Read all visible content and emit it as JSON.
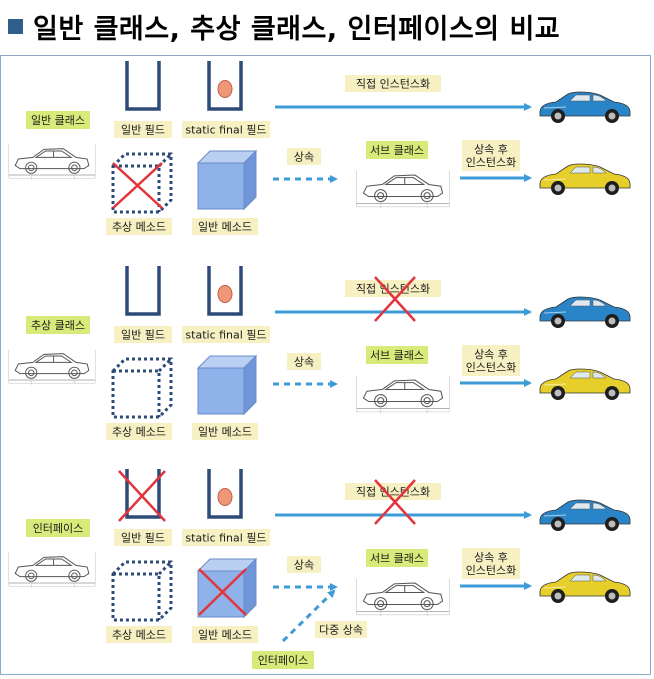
{
  "title": "일반 클래스, 추상 클래스, 인터페이스의 비교",
  "rows": [
    {
      "type_label": "일반 클래스",
      "field_label": "일반 필드",
      "static_label": "static final 필드",
      "abstract_method_label": "추상 메소드",
      "method_label": "일반 메소드",
      "direct_label": "직접 인스턴스화",
      "inherit_label": "상속",
      "sub_label": "서브 클래스",
      "after_label": "상속 후\n인스턴스화",
      "field_crossed": false,
      "abstract_crossed": true,
      "method_crossed": false,
      "direct_crossed": false,
      "multi_inherit_label": "",
      "interface_source_label": ""
    },
    {
      "type_label": "추상 클래스",
      "field_label": "일반 필드",
      "static_label": "static final 필드",
      "abstract_method_label": "추상 메소드",
      "method_label": "일반 메소드",
      "direct_label": "직접 인스턴스화",
      "inherit_label": "상속",
      "sub_label": "서브 클래스",
      "after_label": "상속 후\n인스턴스화",
      "field_crossed": false,
      "abstract_crossed": false,
      "method_crossed": false,
      "direct_crossed": true,
      "multi_inherit_label": "",
      "interface_source_label": ""
    },
    {
      "type_label": "인터페이스",
      "field_label": "일반 필드",
      "static_label": "static final 필드",
      "abstract_method_label": "추상 메소드",
      "method_label": "일반 메소드",
      "direct_label": "직접 인스턴스화",
      "inherit_label": "상속",
      "sub_label": "서브 클래스",
      "after_label": "상속 후\n인스턴스화",
      "field_crossed": true,
      "abstract_crossed": false,
      "method_crossed": true,
      "direct_crossed": true,
      "multi_inherit_label": "다중 상속",
      "interface_source_label": "인터페이스"
    }
  ],
  "colors": {
    "label_green": "#d8eb7a",
    "label_yellow": "#f7f0c2",
    "arrow_blue": "#3d9bd8",
    "container_blue": "#2d4b78",
    "ball": "#ee9878",
    "cube_front": "#8fb2ea",
    "cross": "#e2343c",
    "car_blue": "#2a84c8",
    "car_yellow": "#e6cf2a"
  }
}
